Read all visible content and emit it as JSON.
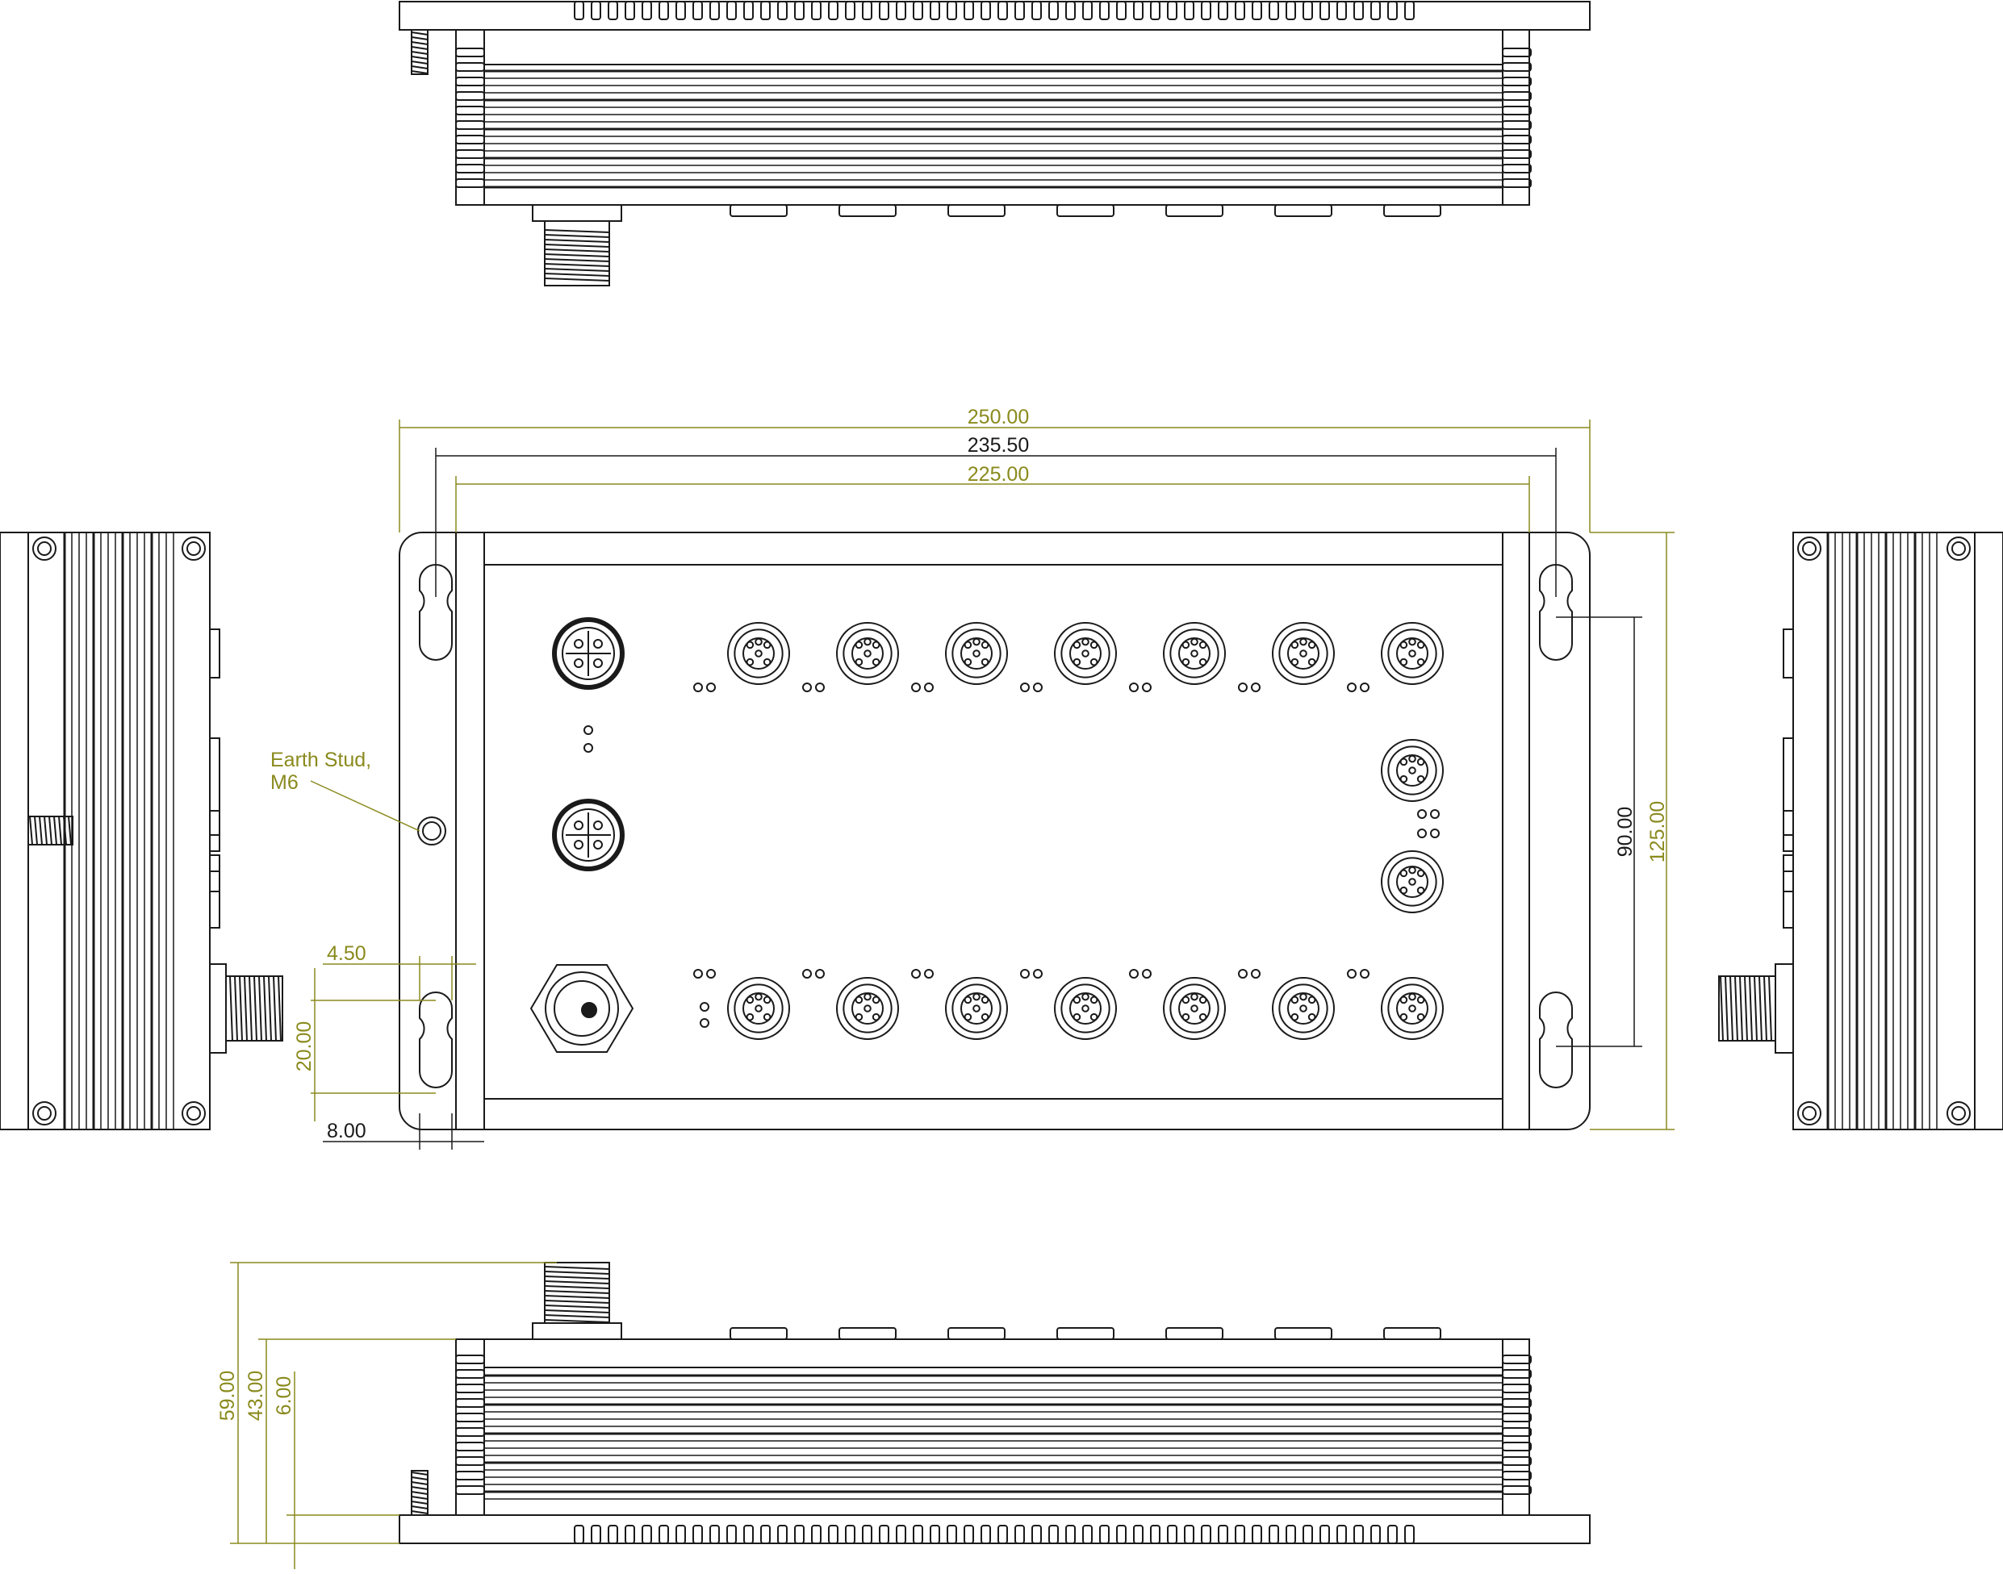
{
  "colors": {
    "outline": "#1a1a1a",
    "dimension_primary": "#8a8a1e",
    "dimension_secondary": "#1a1a1a",
    "background": "#ffffff"
  },
  "dimensions": {
    "overall_width": "250.00",
    "mounting_hole_span": "235.50",
    "body_width": "225.00",
    "slot_edge_offset": "4.50",
    "slot_length": "20.00",
    "slot_width": "8.00",
    "mounting_hole_vertical_span": "90.00",
    "overall_depth": "125.00",
    "overall_height": "59.00",
    "body_height": "43.00",
    "flange_thickness": "6.00"
  },
  "annotations": {
    "earth_stud_line1": "Earth Stud,",
    "earth_stud_line2": "M6"
  },
  "ports": {
    "top_row_count": 7,
    "bottom_row_count": 7,
    "right_column_count": 2,
    "left_column_count": 2
  }
}
